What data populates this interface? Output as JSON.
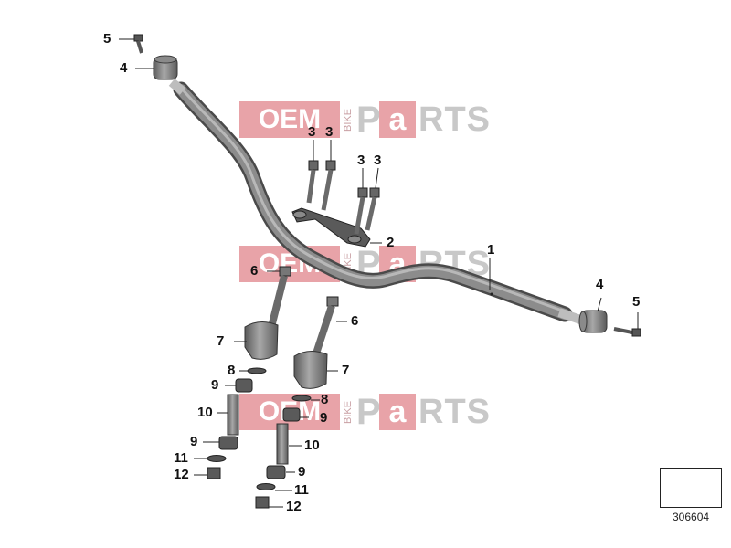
{
  "watermark": {
    "oem": "OEM",
    "bike": "BIKE",
    "p": "P",
    "a": "a",
    "rts": "RTS"
  },
  "callouts": {
    "c1": "1",
    "c2": "2",
    "c3a": "3",
    "c3b": "3",
    "c3c": "3",
    "c3d": "3",
    "c4_left": "4",
    "c4_right": "4",
    "c5_left": "5",
    "c5_right": "5",
    "c6_left": "6",
    "c6_right": "6",
    "c7_left": "7",
    "c7_right": "7",
    "c8_left": "8",
    "c8_right": "8",
    "c9_left_top": "9",
    "c9_left_bottom": "9",
    "c9_right_top": "9",
    "c9_right_bottom": "9",
    "c10_left": "10",
    "c10_right": "10",
    "c11_left": "11",
    "c11_right": "11",
    "c12_left": "12",
    "c12_right": "12"
  },
  "diagram_number": "306604",
  "colors": {
    "part_gray": "#6e6e6e",
    "part_dark": "#3a3a3a",
    "watermark_pink": "#e8a3a8",
    "watermark_gray": "#c8c8c8"
  }
}
